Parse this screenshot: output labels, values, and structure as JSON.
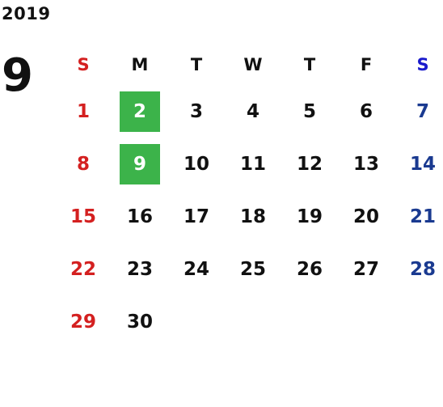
{
  "year": "2019",
  "month": "9",
  "weekdays": [
    "S",
    "M",
    "T",
    "W",
    "T",
    "F",
    "S"
  ],
  "weeks": [
    [
      "",
      "",
      "",
      "",
      "",
      "",
      ""
    ],
    [
      "1",
      "2",
      "3",
      "4",
      "5",
      "6",
      "7"
    ],
    [
      "8",
      "9",
      "10",
      "11",
      "12",
      "13",
      "14"
    ],
    [
      "15",
      "16",
      "17",
      "18",
      "19",
      "20",
      "21"
    ],
    [
      "22",
      "23",
      "24",
      "25",
      "26",
      "27",
      "28"
    ],
    [
      "29",
      "30",
      "",
      "",
      "",
      "",
      ""
    ]
  ],
  "highlighted_days": [
    "2",
    "9"
  ],
  "colors": {
    "sunday": "#d42020",
    "saturday_header": "#1a1acc",
    "saturday": "#1a3a90",
    "highlight": "#3cb34a"
  }
}
